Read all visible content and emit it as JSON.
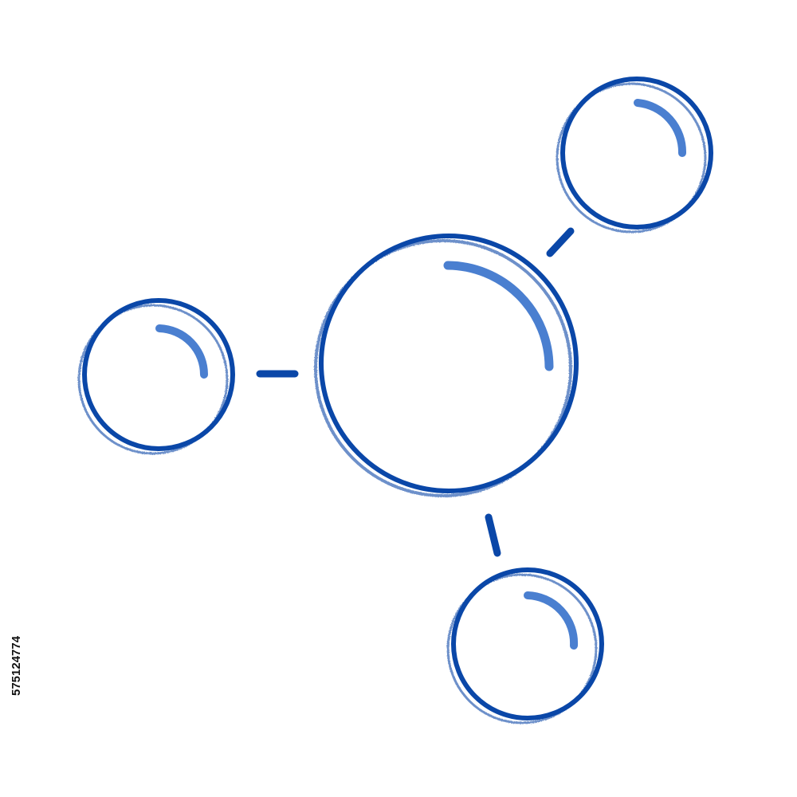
{
  "illustration": {
    "subject": "molecule-icon",
    "style": "hand-drawn outline",
    "colors": {
      "outline": "#0a47a8",
      "highlight": "#4a7fd0",
      "background": "#ffffff"
    },
    "atoms": [
      {
        "name": "center-atom"
      },
      {
        "name": "top-right-atom"
      },
      {
        "name": "left-atom"
      },
      {
        "name": "bottom-atom"
      }
    ],
    "bond_count": 3
  },
  "watermark": {
    "stock_id": "575124774"
  }
}
